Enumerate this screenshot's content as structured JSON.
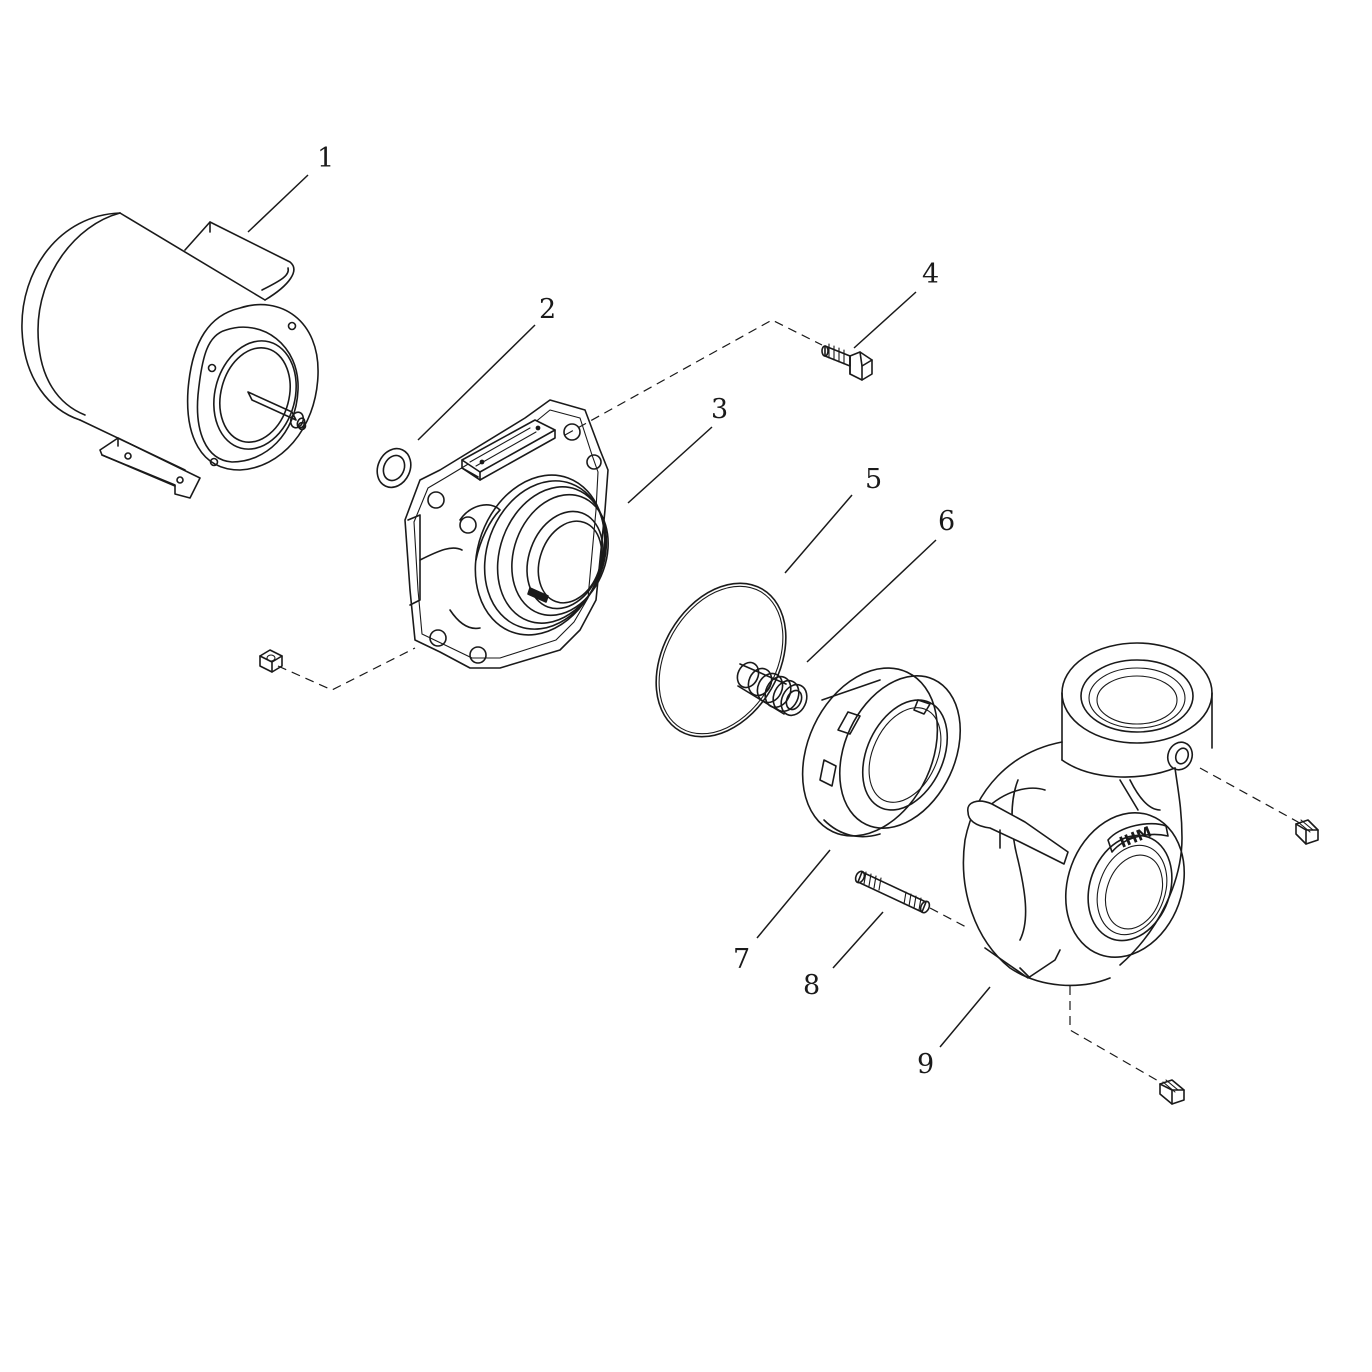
{
  "callouts": [
    {
      "label": "1"
    },
    {
      "label": "2"
    },
    {
      "label": "3"
    },
    {
      "label": "4"
    },
    {
      "label": "5"
    },
    {
      "label": "6"
    },
    {
      "label": "7"
    },
    {
      "label": "8"
    },
    {
      "label": "9"
    }
  ],
  "volute_logo": "IHM",
  "icons": [
    "motor-icon",
    "gasket-washer-icon",
    "seal-plate-icon",
    "hex-bolt-icon",
    "o-ring-icon",
    "shaft-seal-spring-icon",
    "impeller-icon",
    "stud-icon",
    "volute-housing-icon",
    "hex-nut-icon",
    "drain-plug-icon"
  ]
}
